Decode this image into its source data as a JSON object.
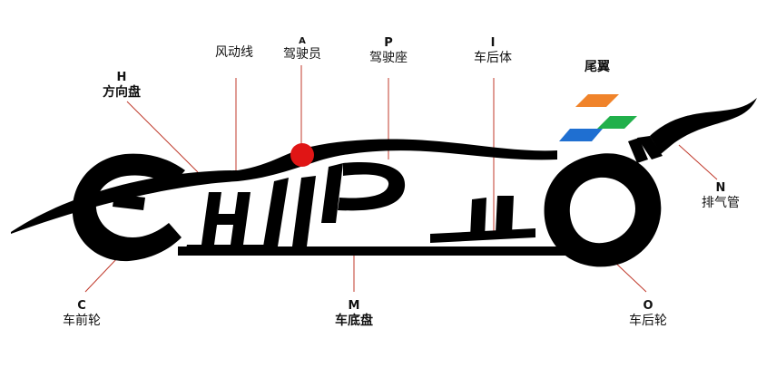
{
  "labels": {
    "H": {
      "code": "H",
      "name": "方向盘"
    },
    "wind": {
      "code": "",
      "name": "风动线"
    },
    "A": {
      "code": "A",
      "name": "驾驶员"
    },
    "P": {
      "code": "P",
      "name": "驾驶座"
    },
    "I": {
      "code": "I",
      "name": "车后体"
    },
    "wing": {
      "code": "",
      "name": "尾翼"
    },
    "N": {
      "code": "N",
      "name": "排气管"
    },
    "C": {
      "code": "C",
      "name": "车前轮"
    },
    "M": {
      "code": "M",
      "name": "车底盘"
    },
    "O": {
      "code": "O",
      "name": "车后轮"
    }
  },
  "colors": {
    "ink": "#000000",
    "leader": "#c0392b",
    "driver": "#e01515",
    "wing_orange": "#f0832a",
    "wing_green": "#21b04b",
    "wing_blue": "#1f6fd1"
  }
}
